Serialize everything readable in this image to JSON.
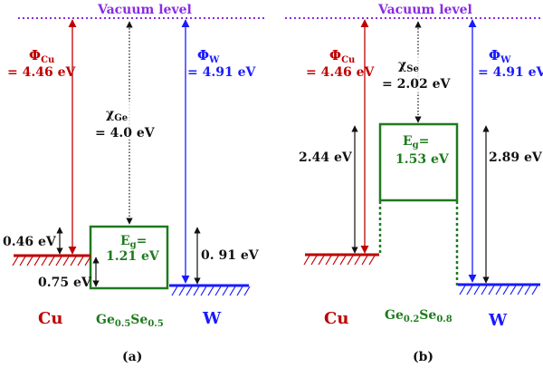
{
  "colors": {
    "cu": "#c00000",
    "w": "#1a1aff",
    "semi": "#1e7a1e",
    "vacuum": "#8a2be2",
    "black": "#111111"
  },
  "panel_a": {
    "vacuum_label": "Vacuum level",
    "phi_cu_symbol": "Φ",
    "phi_cu_sub": "Cu",
    "phi_cu_value": "= 4.46 eV",
    "phi_w_symbol": "Φ",
    "phi_w_sub": "W",
    "phi_w_value": "= 4.91 eV",
    "chi_symbol": "χ",
    "chi_sub": "Ge",
    "chi_value": "= 4.0 eV",
    "eg_label": "E",
    "eg_sub": "g",
    "eg_eq": "=",
    "eg_value": "1.21 eV",
    "offset_cb": "0.46 eV",
    "offset_vb": "0.75 eV",
    "offset_w": "0. 91 eV",
    "metal_left": "Cu",
    "metal_right": "W",
    "semi_name": {
      "p1": "Ge",
      "s1": "0.5",
      "p2": "Se",
      "s2": "0.5"
    },
    "caption": "(a)"
  },
  "panel_b": {
    "vacuum_label": "Vacuum level",
    "phi_cu_symbol": "Φ",
    "phi_cu_sub": "Cu",
    "phi_cu_value": "= 4.46 eV",
    "phi_w_symbol": "Φ",
    "phi_w_sub": "W",
    "phi_w_value": "= 4.91 eV",
    "chi_symbol": "χ",
    "chi_sub": "Se",
    "chi_value": "= 2.02 eV",
    "eg_label": "E",
    "eg_sub": "g",
    "eg_eq": "=",
    "eg_value": "1.53 eV",
    "offset_left": "2.44 eV",
    "offset_right": "2.89 eV",
    "metal_left": "Cu",
    "metal_right": "W",
    "semi_name": {
      "p1": "Ge",
      "s1": "0.2",
      "p2": "Se",
      "s2": "0.8"
    },
    "caption": "(b)"
  }
}
